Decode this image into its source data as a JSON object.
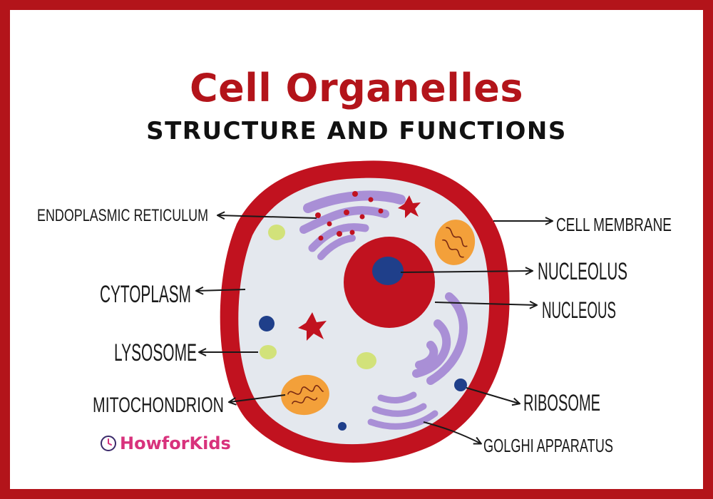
{
  "title": "Cell Organelles",
  "subtitle": "STRUCTURE AND FUNCTIONS",
  "labels": {
    "endoplasmic_reticulum": "ENDOPLASMIC RETICULUM",
    "cytoplasm": "CYTOPLASM",
    "lysosome": "LYSOSOME",
    "mitochondrion": "MITOCHONDRION",
    "cell_membrane": "CELL MEMBRANE",
    "nucleolus": "NUCLEOLUS",
    "nucleous": "NUCLEOUS",
    "ribosome": "RIBOSOME",
    "golghi_apparatus": "GOLGHI APPARATUS"
  },
  "logo": {
    "text": "HowforKids"
  },
  "colors": {
    "border": "#b3141a",
    "membrane": "#c1121f",
    "cytoplasm": "#e4e8ee",
    "nucleus": "#c1121f",
    "nucleolus": "#1f3f8a",
    "er": "#a98fd6",
    "mitochondrion": "#f3a03a",
    "lysosome": "#d2e27a",
    "ribosome": "#1f3f8a"
  }
}
